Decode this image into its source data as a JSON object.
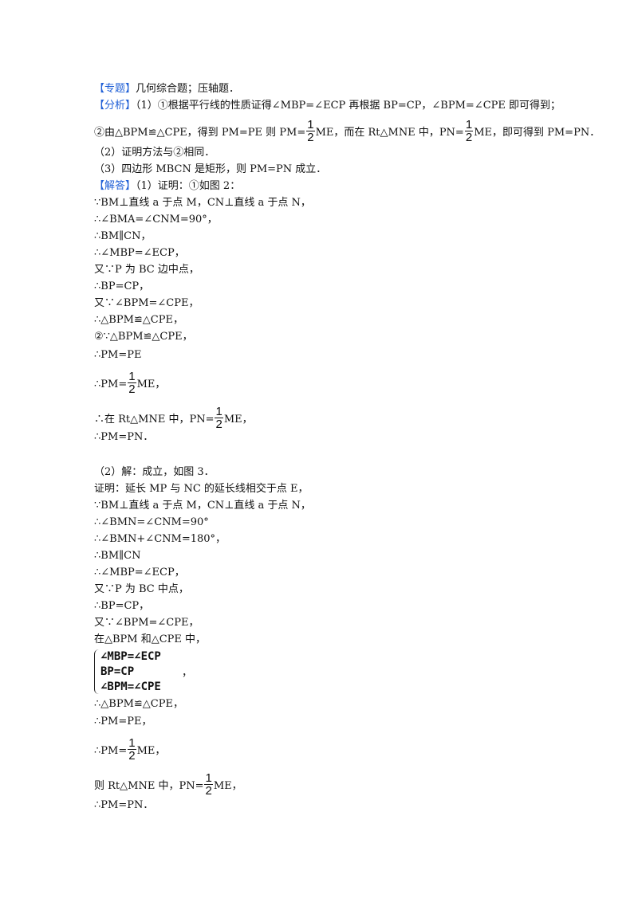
{
  "tags": {
    "topic": "【专题】",
    "analysis": "【分析】",
    "answer": "【解答】"
  },
  "topic_text": "几何综合题；压轴题．",
  "analysis": {
    "line1": "（1）①根据平行线的性质证得∠MBP=∠ECP 再根据 BP=CP，∠BPM=∠CPE 即可得到；",
    "line2_a": "②由△BPM≌△CPE，得到 PM=PE 则 PM=",
    "line2_b": "ME，而在 Rt△MNE 中，PN=",
    "line2_c": "ME，即可得到 PM=PN．",
    "line3": "（2）证明方法与②相同．",
    "line4": "（3）四边形 MBCN 是矩形，则 PM=PN 成立．"
  },
  "fraction": {
    "numerator": "1",
    "denominator": "2"
  },
  "answer_part1": {
    "intro": "（1）证明：①如图 2：",
    "steps": [
      "∵BM⊥直线 a 于点 M，CN⊥直线 a 于点 N，",
      "∴∠BMA=∠CNM=90°，",
      "∴BM∥CN，",
      "∴∠MBP=∠ECP，",
      "又∵P 为 BC 边中点，",
      "∴BP=CP，",
      "又∵∠BPM=∠CPE，",
      "∴△BPM≌△CPE，",
      "②∵△BPM≌△CPE，",
      "∴PM=PE"
    ],
    "pm_half_a": "∴PM=",
    "pm_half_b": "ME，",
    "pn_half_a": "∴在 Rt△MNE 中，PN=",
    "pn_half_b": "ME，",
    "conclusion": "∴PM=PN．"
  },
  "answer_part2": {
    "steps": [
      "（2）解：成立，如图 3．",
      "证明：延长 MP 与 NC 的延长线相交于点 E，",
      "∵BM⊥直线 a 于点 M，CN⊥直线 a 于点 N，",
      "∴∠BMN=∠CNM=90°",
      "∴∠BMN+∠CNM=180°，",
      "∴BM∥CN",
      "∴∠MBP=∠ECP，",
      "又∵P 为 BC 中点，",
      "∴BP=CP，",
      "又∵∠BPM=∠CPE，",
      "在△BPM 和△CPE 中，"
    ],
    "system": [
      "∠MBP=∠ECP",
      "BP=CP",
      "∠BPM=∠CPE"
    ],
    "system_comma": "，",
    "after": [
      "∴△BPM≌△CPE，",
      "∴PM=PE，"
    ],
    "pm_half_a": "∴PM=",
    "pm_half_b": "ME，",
    "pn_half_a": "则 Rt△MNE 中，PN=",
    "pn_half_b": "ME，",
    "conclusion": "∴PM=PN．"
  }
}
